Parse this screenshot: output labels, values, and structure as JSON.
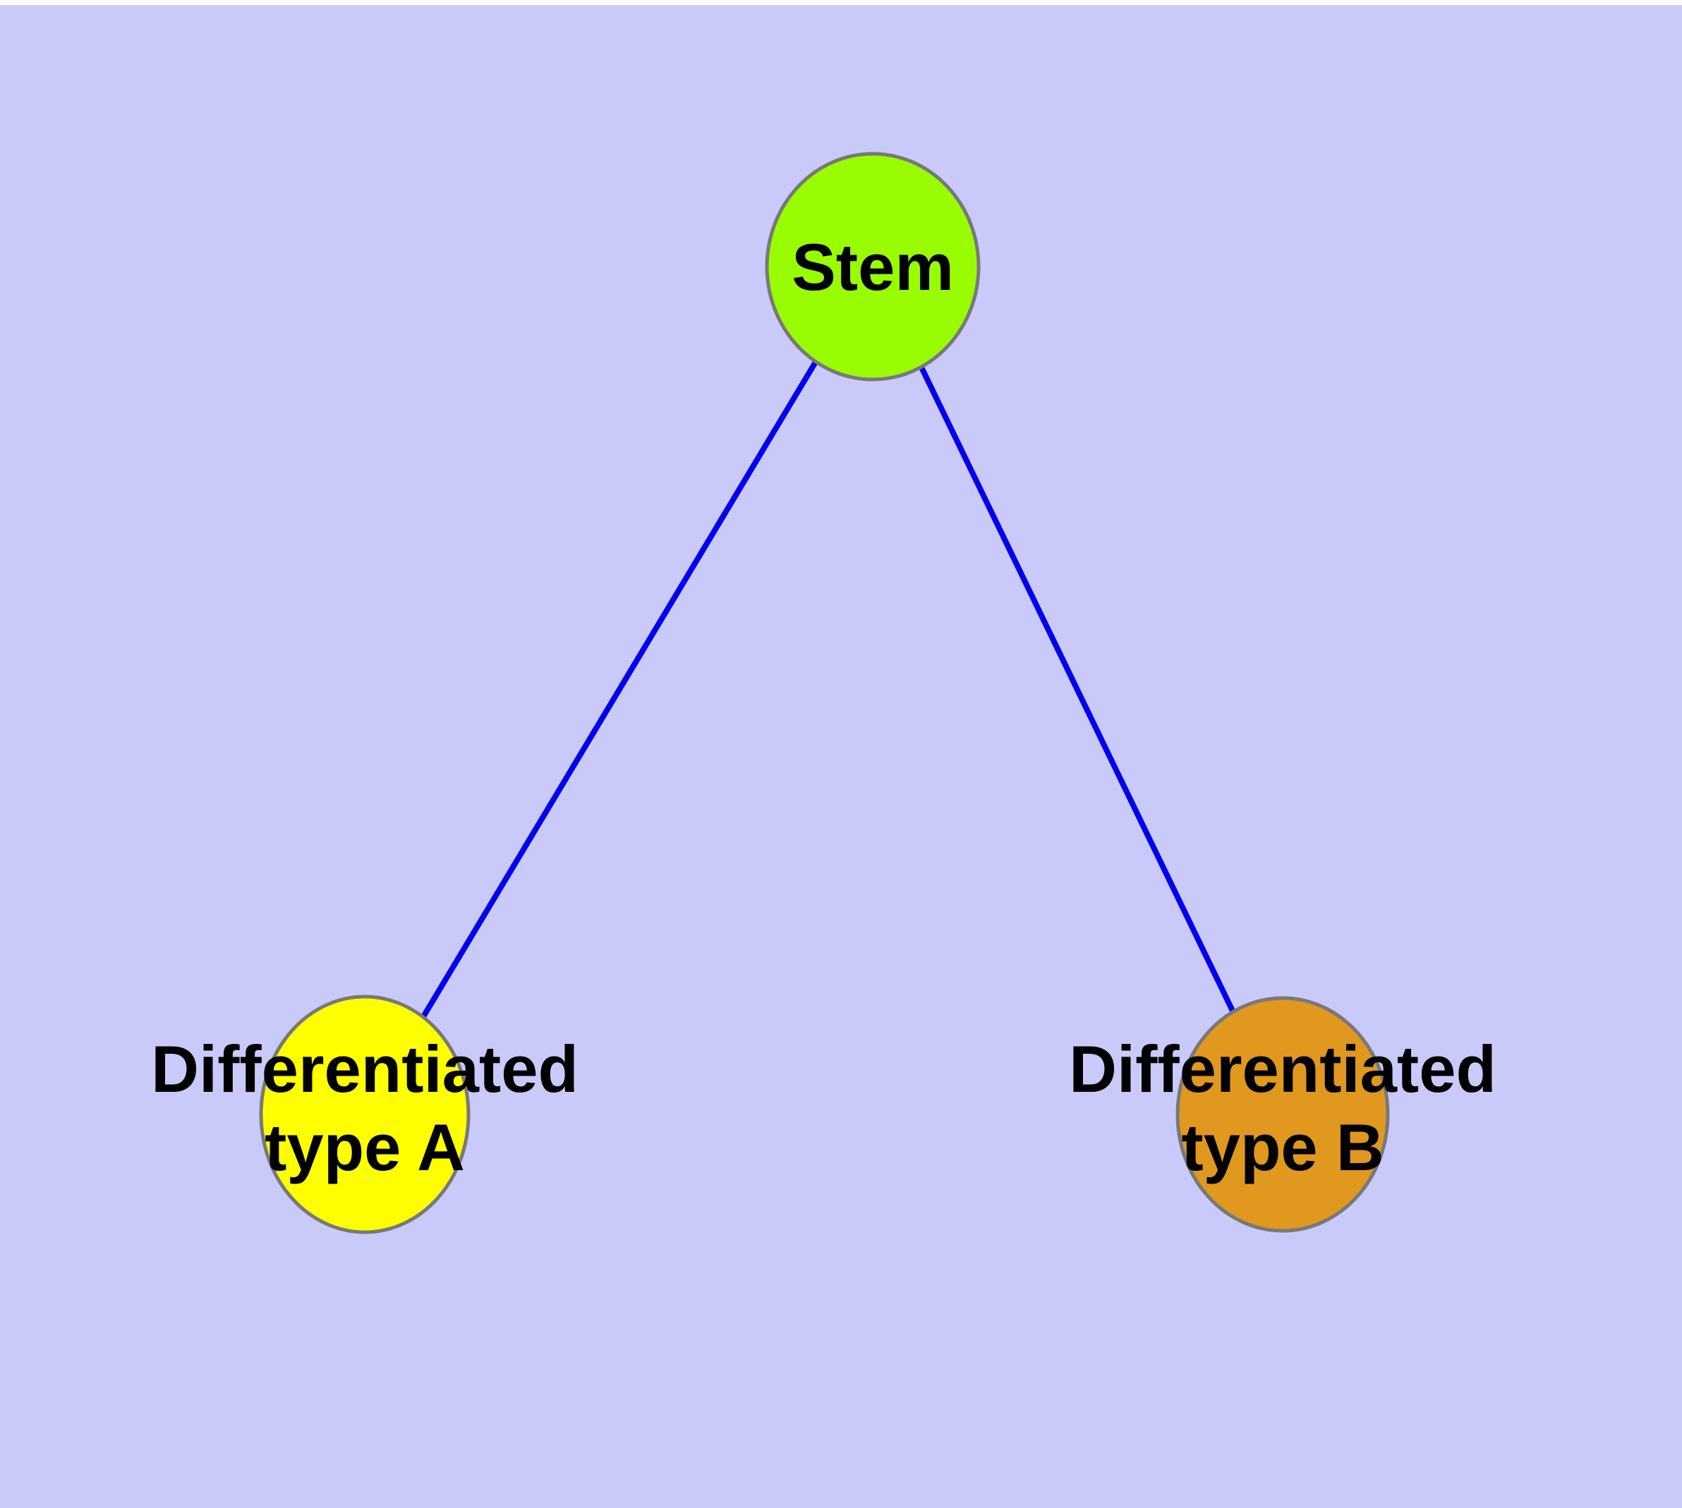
{
  "diagram": {
    "type": "node-link-graph",
    "title": "",
    "colors": {
      "background": "#cacafa",
      "top_strip": "#ffffff",
      "top_strip_border": "#d6d6d6",
      "edge": "#0000ee",
      "node_border": "#787878",
      "label_text": "#000000",
      "stem_fill": "#9afc00",
      "type_a_fill": "#ffff00",
      "type_b_fill": "#e0981f"
    },
    "nodes": [
      {
        "id": "stem",
        "label": "Stem",
        "lines": [
          "Stem",
          ""
        ],
        "fill": "#9afc00"
      },
      {
        "id": "type-a",
        "label": "Differentiated type A",
        "lines": [
          "Differentiated",
          "type A"
        ],
        "fill": "#ffff00"
      },
      {
        "id": "type-b",
        "label": "Differentiated type B",
        "lines": [
          "Differentiated",
          "type B"
        ],
        "fill": "#e0981f"
      }
    ],
    "edges": [
      {
        "from": "Stem",
        "to": "Differentiated type A"
      },
      {
        "from": "Stem",
        "to": "Differentiated type B"
      }
    ]
  }
}
